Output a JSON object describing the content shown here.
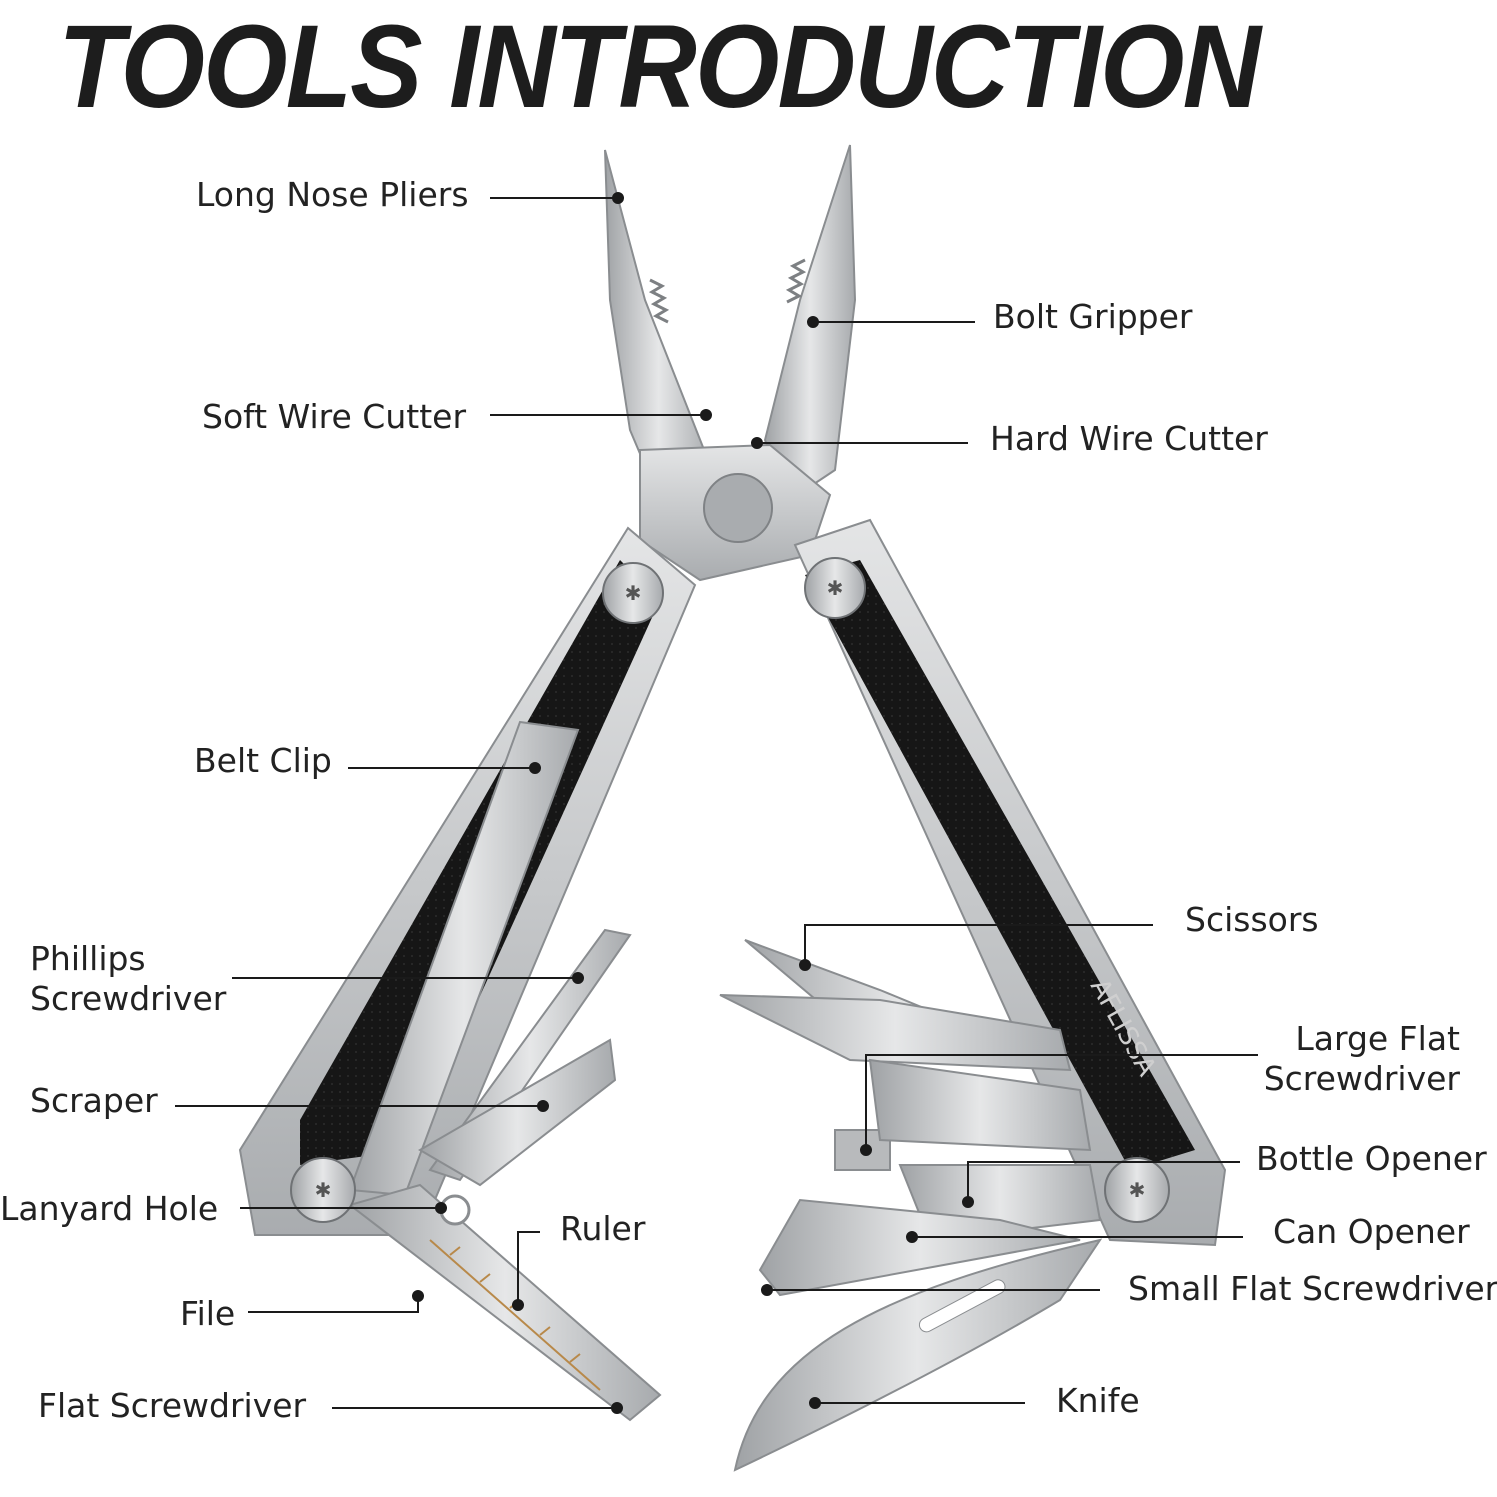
{
  "title": "TOOLS INTRODUCTION",
  "brand_mark": "AFLISSA",
  "colors": {
    "steel": "#c9cbcd",
    "steel_dark": "#8e9194",
    "handle_black": "#141414",
    "line": "#1a1a1a",
    "ruler_marks": "#b8894a"
  },
  "labels": {
    "long_nose_pliers": "Long Nose Pliers",
    "bolt_gripper": "Bolt Gripper",
    "soft_wire_cutter": "Soft Wire Cutter",
    "hard_wire_cutter": "Hard Wire Cutter",
    "belt_clip": "Belt Clip",
    "phillips_1": "Phillips",
    "phillips_2": "Screwdriver",
    "scraper": "Scraper",
    "lanyard_hole": "Lanyard Hole",
    "file": "File",
    "ruler": "Ruler",
    "flat_screwdriver": "Flat Screwdriver",
    "scissors": "Scissors",
    "large_flat_1": "Large Flat",
    "large_flat_2": "Screwdriver",
    "bottle_opener": "Bottle Opener",
    "can_opener": "Can Opener",
    "small_flat_screwdriver": "Small Flat Screwdriver",
    "knife": "Knife"
  }
}
